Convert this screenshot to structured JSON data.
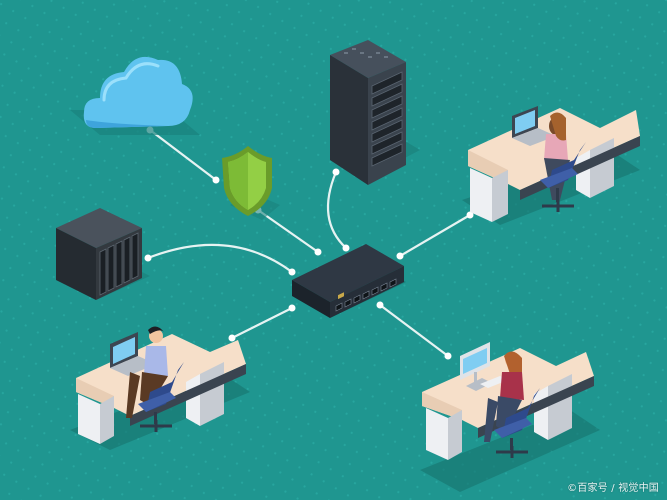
{
  "scene": {
    "background": "#1f9690",
    "pattern_color": "#24a29b",
    "line_color": "#e8f4f3",
    "dot_color": "#ffffff",
    "nodes": [
      {
        "id": "cloud",
        "icon": "cloud-icon"
      },
      {
        "id": "server-rack",
        "icon": "server-rack-icon"
      },
      {
        "id": "security-shield",
        "icon": "shield-icon"
      },
      {
        "id": "nas-storage",
        "icon": "nas-icon"
      },
      {
        "id": "network-switch",
        "icon": "switch-icon"
      },
      {
        "id": "workstation-top-right",
        "icon": "workstation-laptop-icon"
      },
      {
        "id": "workstation-bottom-left",
        "icon": "workstation-laptop-icon"
      },
      {
        "id": "workstation-bottom-right",
        "icon": "workstation-monitor-icon"
      }
    ],
    "connections": [
      [
        "cloud",
        "security-shield"
      ],
      [
        "security-shield",
        "network-switch"
      ],
      [
        "server-rack",
        "network-switch"
      ],
      [
        "nas-storage",
        "network-switch"
      ],
      [
        "workstation-top-right",
        "network-switch"
      ],
      [
        "workstation-bottom-left",
        "network-switch"
      ],
      [
        "workstation-bottom-right",
        "network-switch"
      ]
    ]
  },
  "watermark": "©百家号 / 视觉中国"
}
